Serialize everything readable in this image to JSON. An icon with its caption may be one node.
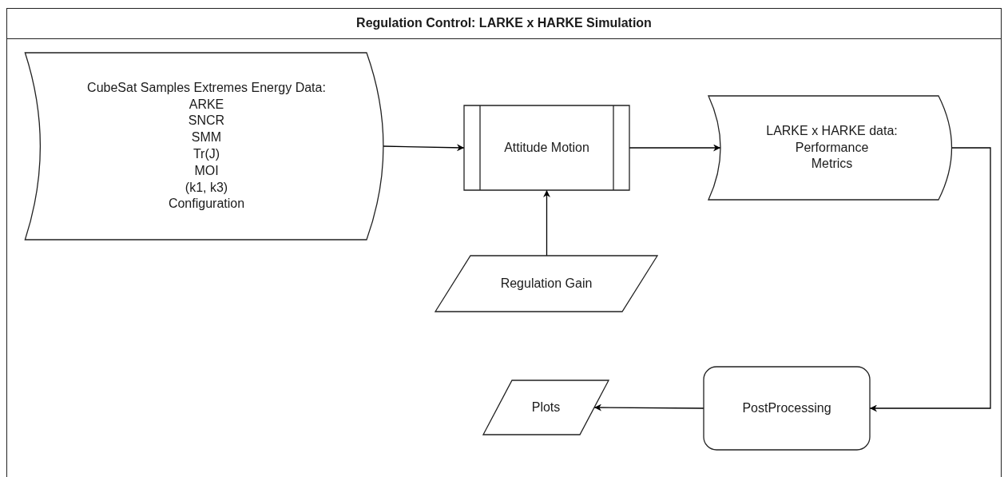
{
  "diagram": {
    "title": "Regulation Control: LARKE x HARKE Simulation",
    "nodes": [
      {
        "text": [
          "CubeSat Samples Extremes Energy Data:",
          "ARKE",
          "SNCR",
          "SMM",
          "Tr(J)",
          "MOI",
          "(k1, k3)",
          "Configuration"
        ]
      },
      {
        "text": [
          "Attitude Motion"
        ]
      },
      {
        "text": [
          "LARKE x HARKE data:",
          "Performance Metrics"
        ]
      },
      {
        "text": [
          "Regulation Gain"
        ]
      },
      {
        "text": [
          "PostProcessing"
        ]
      },
      {
        "text": [
          "Plots"
        ]
      }
    ],
    "edges": [
      {
        "from": 0,
        "to": 1,
        "arrow": "to"
      },
      {
        "from": 1,
        "to": 2,
        "arrow": "to"
      },
      {
        "from": 3,
        "to": 1,
        "arrow": "to"
      },
      {
        "from": 2,
        "to": 4,
        "arrow": "to"
      },
      {
        "from": 4,
        "to": 5,
        "arrow": "to"
      }
    ]
  }
}
